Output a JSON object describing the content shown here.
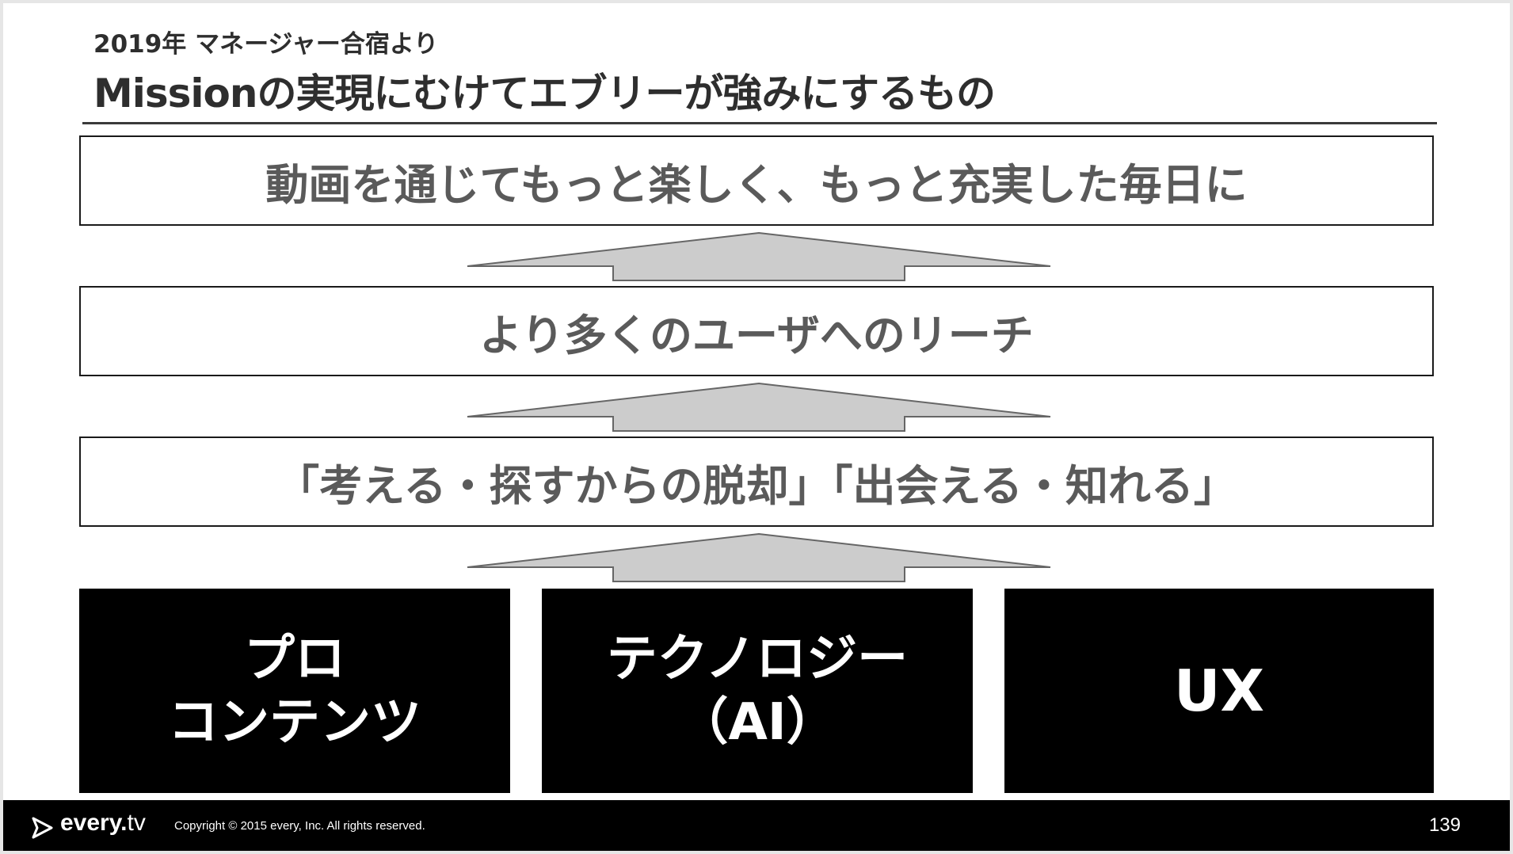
{
  "header": {
    "subtitle": "2019年 マネージャー合宿より",
    "title": "Missionの実現にむけてエブリーが強みにするもの"
  },
  "levels": [
    "動画を通じてもっと楽しく、もっと充実した毎日に",
    "より多くのユーザへのリーチ",
    "「考える・探すからの脱却」「出会える・知れる」"
  ],
  "pillars": [
    {
      "line1": "プロ",
      "line2": "コンテンツ"
    },
    {
      "line1": "テクノロジー",
      "line2": "（AI）"
    },
    {
      "line1": "UX"
    }
  ],
  "footer": {
    "logo_main": "every.",
    "logo_suffix": "tv",
    "copyright": "Copyright © 2015 every, Inc. All rights reserved.",
    "page_number": "139"
  },
  "colors": {
    "arrow_fill": "#cccccc",
    "box_text": "#5a5a5a",
    "pillar_bg": "#000000"
  },
  "icons": [
    "play-triangle-logo-icon",
    "up-arrow-icon"
  ]
}
